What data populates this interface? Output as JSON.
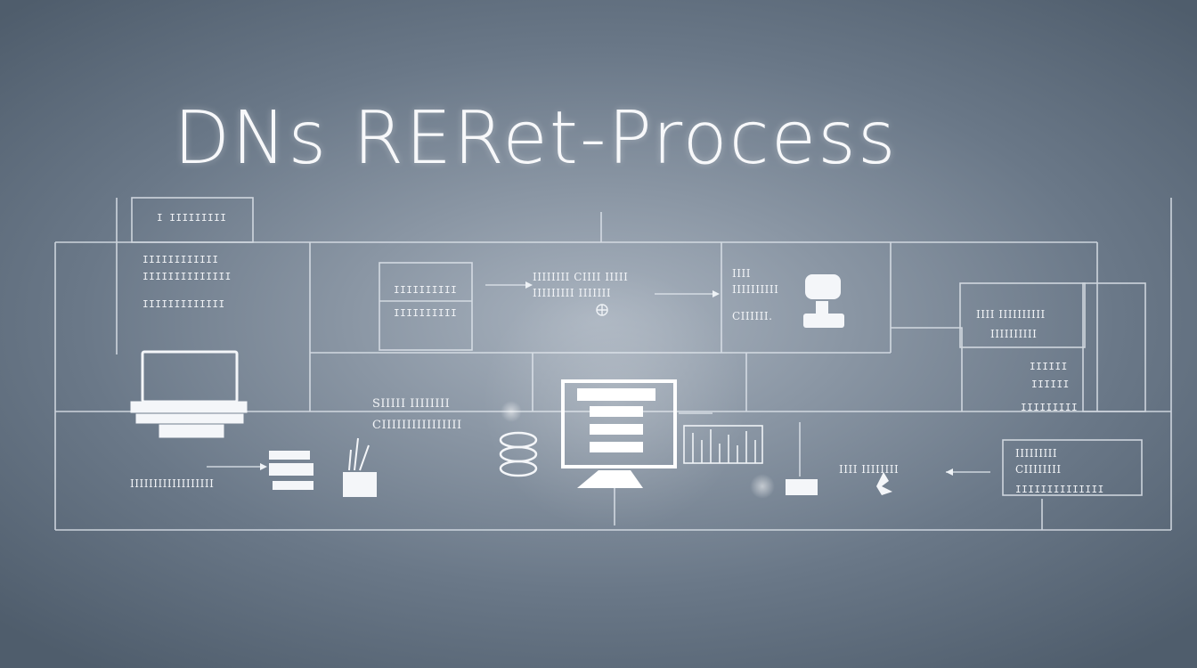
{
  "title": "DNs RERet-Process",
  "nodes": {
    "client_box": {
      "line1": "I IIIIIIIII"
    },
    "client_notes": {
      "line1": "IIIIIIIIIIII",
      "line2": "IIIIIIIIIIIIII",
      "line3": "IIIIIIIIIIIII"
    },
    "query_box": {
      "line1": "IIIIIIIIII",
      "line2": "IIIIIIIIII"
    },
    "resolver_label": {
      "line1": "IIIIIIII CIIII IIIII",
      "line2": "IIIIIIIII IIIIIII"
    },
    "cache_label": {
      "line1": "IIII",
      "line2": "IIIIIIIIII",
      "line3": "CIIIIII."
    },
    "right_box": {
      "line1": "IIII IIIIIIIIII",
      "line2": "IIIIIIIIII"
    },
    "right_notes": {
      "line1": "IIIIII",
      "line2": "IIIIII",
      "line3": "IIIIIIIII"
    },
    "center_label": {
      "line1": "SIIIII IIIIIIII",
      "line2": "CIIIIIIIIIIIIIIII"
    },
    "bottom_left_label": {
      "line1": "IIIIIIIIIIIIIIIIII"
    },
    "bottom_right_label": {
      "line1": "IIII IIIIIIII"
    },
    "bottom_right_box": {
      "line1": "IIIIIIIII",
      "line2": "CIIIIIIII",
      "line3": "IIIIIIIIIIIIII"
    }
  },
  "icons": [
    "laptop-icon",
    "server-monitor-icon",
    "database-icon",
    "router-icon",
    "plant-icon",
    "globe-icon",
    "signal-bars-icon",
    "desk-lamp-icon",
    "small-box-icon",
    "network-node-icon"
  ]
}
